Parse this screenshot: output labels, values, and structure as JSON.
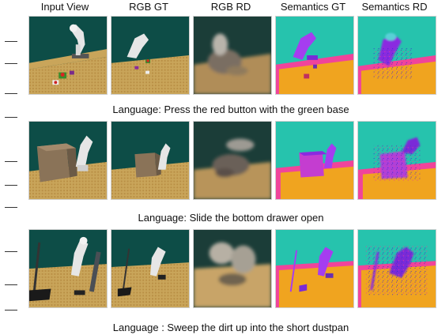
{
  "columns": [
    "Input View",
    "RGB GT",
    "RGB RD",
    "Semantics GT",
    "Semantics RD"
  ],
  "captions": [
    "Language: Press the red button with the green base",
    "Language: Slide the bottom drawer open",
    "Language : Sweep the dirt up into the short dustpan"
  ],
  "colors": {
    "wall": "#0d4d47",
    "floor": "#c9a55a",
    "sem_wall": "#26c3ad",
    "sem_floor": "#f0a41f",
    "sem_rim": "#f0449b",
    "sem_robot": "#a53df0"
  }
}
